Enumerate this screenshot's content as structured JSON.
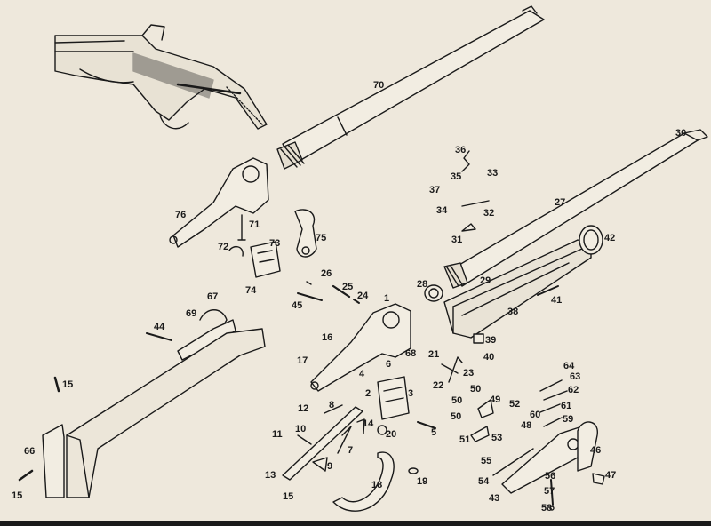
{
  "diagram": {
    "labels": [
      "70",
      "36",
      "33",
      "35",
      "37",
      "34",
      "32",
      "31",
      "27",
      "30",
      "42",
      "28",
      "29",
      "38",
      "41",
      "76",
      "71",
      "72",
      "73",
      "75",
      "74",
      "26",
      "25",
      "24",
      "45",
      "67",
      "69",
      "44",
      "1",
      "16",
      "17",
      "39",
      "40",
      "68",
      "6",
      "4",
      "21",
      "23",
      "22",
      "3",
      "2",
      "64",
      "63",
      "62",
      "61",
      "60",
      "59",
      "50",
      "49",
      "52",
      "53",
      "48",
      "51",
      "46",
      "47",
      "55",
      "54",
      "56",
      "57",
      "58",
      "43",
      "15",
      "66",
      "12",
      "8",
      "11",
      "10",
      "9",
      "13",
      "7",
      "14",
      "20",
      "5",
      "18",
      "19"
    ]
  }
}
